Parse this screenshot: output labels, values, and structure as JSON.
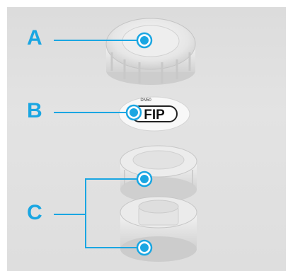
{
  "labels": [
    {
      "id": "A",
      "text": "A"
    },
    {
      "id": "B",
      "text": "B"
    },
    {
      "id": "C",
      "text": "C"
    }
  ],
  "disc_text": {
    "logo": "FIP",
    "small": "DN50"
  },
  "colors": {
    "accent": "#1aa6e2",
    "panel": "#e0e0e0",
    "plastic": "#f2f2f2",
    "plastic_shadow": "#c9c9c9"
  }
}
